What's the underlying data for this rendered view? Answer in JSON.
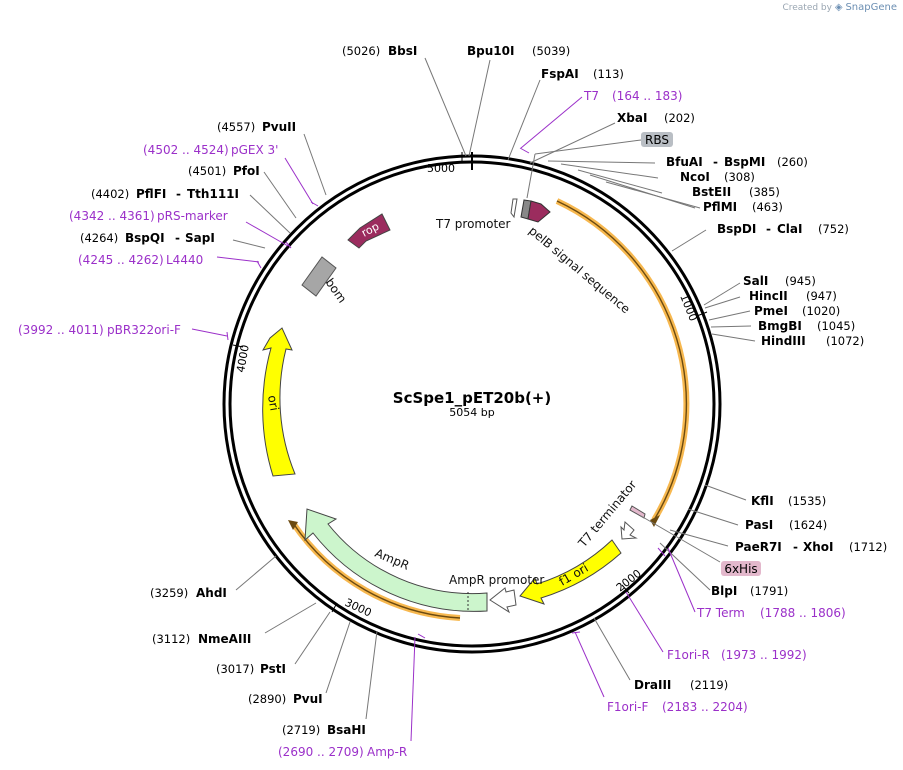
{
  "app": {
    "watermark_created": "Created by",
    "watermark_brand": "SnapGene"
  },
  "plasmid": {
    "name": "ScSpe1_pET20b(+)",
    "length_label": "5054 bp",
    "length": 5054
  },
  "ticks": [
    "1000",
    "2000",
    "3000",
    "4000",
    "5000"
  ],
  "enzymes": [
    {
      "name": "BbsI",
      "pos": "(5026)"
    },
    {
      "name": "Bpu10I",
      "pos": "(5039)"
    },
    {
      "name": "FspAI",
      "pos": "(113)"
    },
    {
      "name": "XbaI",
      "pos": "(202)"
    },
    {
      "name": "BfuAI",
      "name2": "BspMI",
      "pos": "(260)"
    },
    {
      "name": "NcoI",
      "pos": "(308)"
    },
    {
      "name": "BstEII",
      "pos": "(385)"
    },
    {
      "name": "PflMI",
      "pos": "(463)"
    },
    {
      "name": "BspDI",
      "name2": "ClaI",
      "pos": "(752)"
    },
    {
      "name": "SalI",
      "pos": "(945)"
    },
    {
      "name": "HincII",
      "pos": "(947)"
    },
    {
      "name": "PmeI",
      "pos": "(1020)"
    },
    {
      "name": "BmgBI",
      "pos": "(1045)"
    },
    {
      "name": "HindIII",
      "pos": "(1072)"
    },
    {
      "name": "KflI",
      "pos": "(1535)"
    },
    {
      "name": "PasI",
      "pos": "(1624)"
    },
    {
      "name": "PaeR7I",
      "name2": "XhoI",
      "pos": "(1712)"
    },
    {
      "name": "BlpI",
      "pos": "(1791)"
    },
    {
      "name": "DraIII",
      "pos": "(2119)"
    },
    {
      "name": "BsaHI",
      "pos": "(2719)"
    },
    {
      "name": "PvuI",
      "pos": "(2890)"
    },
    {
      "name": "PstI",
      "pos": "(3017)"
    },
    {
      "name": "NmeAIII",
      "pos": "(3112)"
    },
    {
      "name": "AhdI",
      "pos": "(3259)"
    },
    {
      "name": "BspQI",
      "name2": "SapI",
      "pos": "(4264)"
    },
    {
      "name": "PflFI",
      "name2": "Tth111I",
      "pos": "(4402)"
    },
    {
      "name": "PfoI",
      "pos": "(4501)"
    },
    {
      "name": "PvuII",
      "pos": "(4557)"
    }
  ],
  "primers": [
    {
      "name": "T7",
      "range": "(164 .. 183)"
    },
    {
      "name": "T7 Term",
      "range": "(1788 .. 1806)"
    },
    {
      "name": "F1ori-R",
      "range": "(1973 .. 1992)"
    },
    {
      "name": "F1ori-F",
      "range": "(2183 .. 2204)"
    },
    {
      "name": "Amp-R",
      "range": "(2690 .. 2709)"
    },
    {
      "name": "pBR322ori-F",
      "range": "(3992 .. 4011)"
    },
    {
      "name": "L4440",
      "range": "(4245 .. 4262)"
    },
    {
      "name": "pRS-marker",
      "range": "(4342 .. 4361)"
    },
    {
      "name": "pGEX 3'",
      "range": "(4502 .. 4524)"
    }
  ],
  "features": [
    {
      "name": "RBS",
      "color": "#b9bec4"
    },
    {
      "name": "6xHis",
      "color": "#e3b8cc"
    },
    {
      "name": "T7 promoter",
      "color": "#ffffff"
    },
    {
      "name": "pelB signal sequence",
      "color": "#9b2c5e"
    },
    {
      "name": "T7 terminator",
      "color": "#ffffff"
    },
    {
      "name": "f1 ori",
      "color": "#ffff00"
    },
    {
      "name": "AmpR promoter",
      "color": "#ffffff"
    },
    {
      "name": "AmpR",
      "color": "#ccf5cc"
    },
    {
      "name": "ori",
      "color": "#ffff00"
    },
    {
      "name": "bom",
      "color": "#a6a6a6"
    },
    {
      "name": "rop",
      "color": "#9b2c5e"
    }
  ],
  "colors": {
    "primer": "#9b30c9",
    "orf_highlight": "#f5a623",
    "backbone": "#000000"
  }
}
